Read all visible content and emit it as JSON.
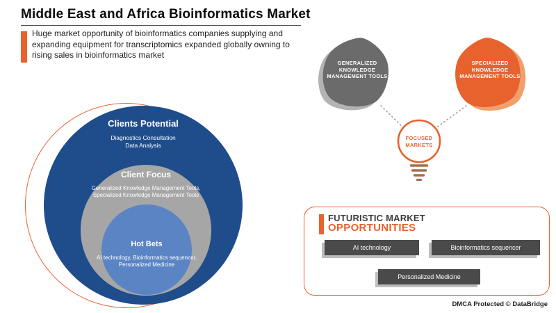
{
  "header": {
    "title": "Middle East and Africa Bioinformatics Market",
    "subtitle": "Huge market opportunity of bioinformatics companies supplying and expanding equipment for transcriptomics expanded globally owning to rising sales in bioinformatics market"
  },
  "venn": {
    "outer": {
      "title": "Clients Potential",
      "desc": "Diagnostics Consultation\nData Analysis"
    },
    "middle": {
      "title": "Client Focus",
      "desc": "Generalized Knowledge Management Tools,\nSpecialized Knowledge Management Tools"
    },
    "inner": {
      "title": "Hot Bets",
      "desc": "AI technology, Bioinformatics sequencer,\nPersonalized Medicine"
    }
  },
  "mindmap": {
    "left_node": "GENERALIZED KNOWLEDGE MANAGEMENT TOOLS",
    "right_node": "SPECIALIZED KNOWLEDGE MANAGEMENT TOOLS",
    "center_node": "FOCUSED MARKETS"
  },
  "opportunities": {
    "heading_line1": "FUTURISTIC MARKET",
    "heading_line2": "OPPORTUNITIES",
    "items": [
      "AI technology",
      "Bioinformatics sequencer",
      "Personalized Medicine"
    ]
  },
  "footer": {
    "credit": "DMCA Protected © DataBridge"
  },
  "colors": {
    "accent": "#E8622D",
    "outer_circle": "#1F4D8C",
    "middle_circle": "#A6A6A6",
    "inner_circle": "#5B84C4",
    "gray_node": "#6B6B6B",
    "chip_dark": "#4A4A4A"
  }
}
